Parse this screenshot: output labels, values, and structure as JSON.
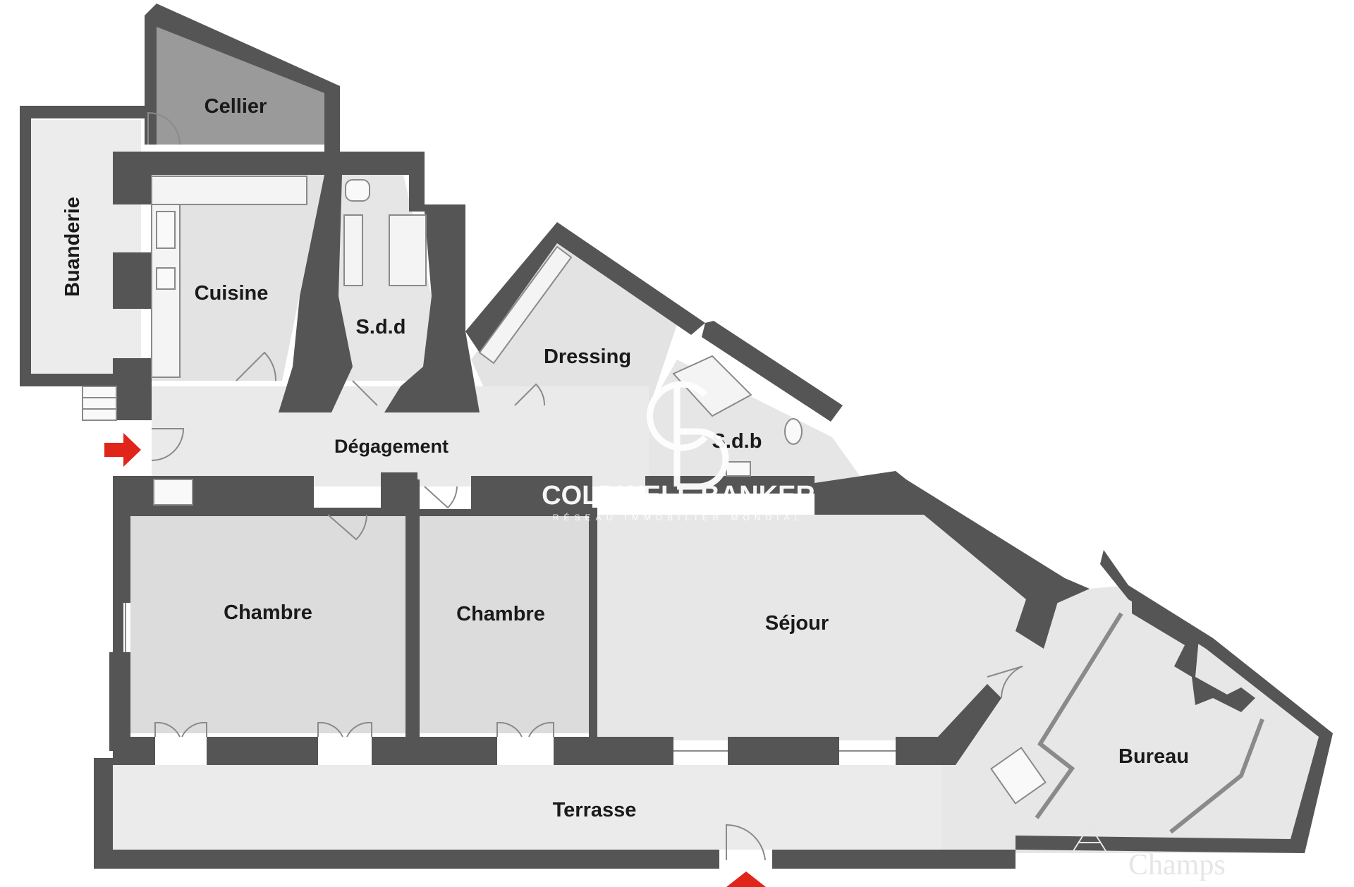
{
  "floor_plan": {
    "rooms": {
      "cellier": "Cellier",
      "buanderie": "Buanderie",
      "cuisine": "Cuisine",
      "sdd": "S.d.d",
      "dressing": "Dressing",
      "sdb": "S.d.b",
      "degagement": "Dégagement",
      "chambre_1": "Chambre",
      "chambre_2": "Chambre",
      "sejour": "Séjour",
      "bureau": "Bureau",
      "terrasse": "Terrasse"
    },
    "markers": {
      "entrance_arrow": "entrance-arrow-icon",
      "terrace_arrow": "entrance-arrow-icon"
    },
    "colors": {
      "wall": "#555555",
      "floor": "#e9e9e9",
      "floor_dark": "#dcdcdc",
      "cellier": "#9a9a9a",
      "arrow": "#e0251b"
    }
  },
  "watermark": {
    "brand": "COLDWELL BANKER",
    "tagline": "RÉSEAU IMMOBILIER MONDIAL",
    "corner": "Champs"
  }
}
